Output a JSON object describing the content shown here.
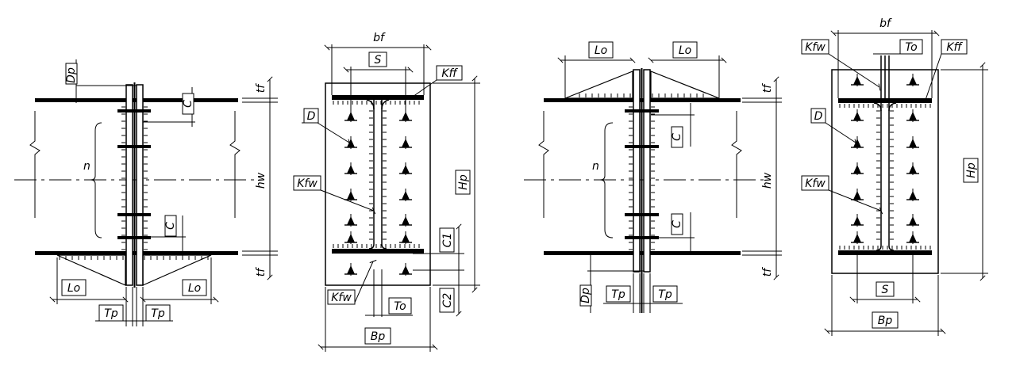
{
  "labels": {
    "dp": "Dp",
    "c": "C",
    "tf": "tf",
    "hw": "hw",
    "n": "n",
    "lo": "Lo",
    "tp": "Tp",
    "bf": "bf",
    "s": "S",
    "kff": "Kff",
    "d": "D",
    "kfw": "Kfw",
    "hp": "Hp",
    "c1": "C1",
    "c2": "C2",
    "to": "To",
    "bp": "Bp"
  }
}
